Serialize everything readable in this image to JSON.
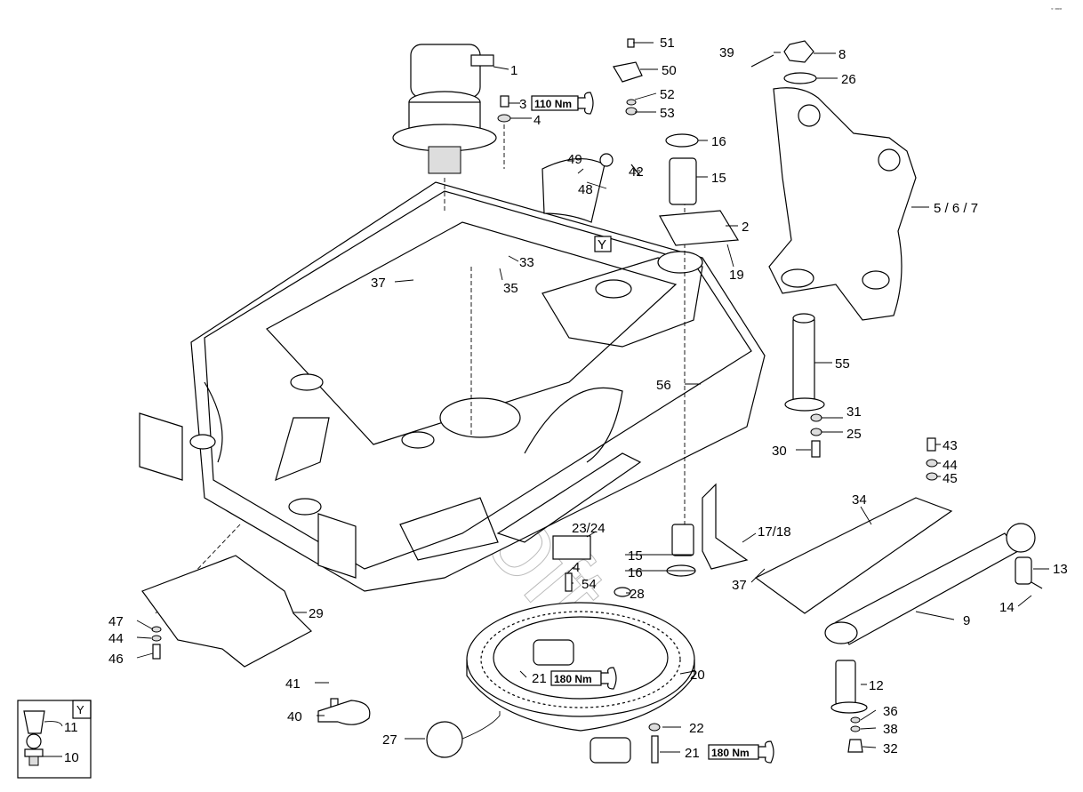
{
  "corner_mark": "◦ ▫▫▫",
  "callouts": [
    "1",
    "3",
    "4",
    "51",
    "50",
    "52",
    "53",
    "39",
    "8",
    "26",
    "16",
    "15",
    "42",
    "48",
    "49",
    "2",
    "19",
    "5 / 6 / 7",
    "Y",
    "33",
    "35",
    "37",
    "55",
    "56",
    "31",
    "25",
    "30",
    "43",
    "44",
    "45",
    "34",
    "23/24",
    "17/18",
    "15",
    "16",
    "37",
    "13",
    "4",
    "54",
    "28",
    "29",
    "47",
    "44",
    "46",
    "9",
    "14",
    "20",
    "21",
    "41",
    "12",
    "40",
    "36",
    "22",
    "38",
    "27",
    "21",
    "32",
    "11",
    "10",
    "Y"
  ],
  "torque": [
    "110 Nm",
    "180 Nm",
    "180 Nm"
  ],
  "watermark": "AutoSoft"
}
